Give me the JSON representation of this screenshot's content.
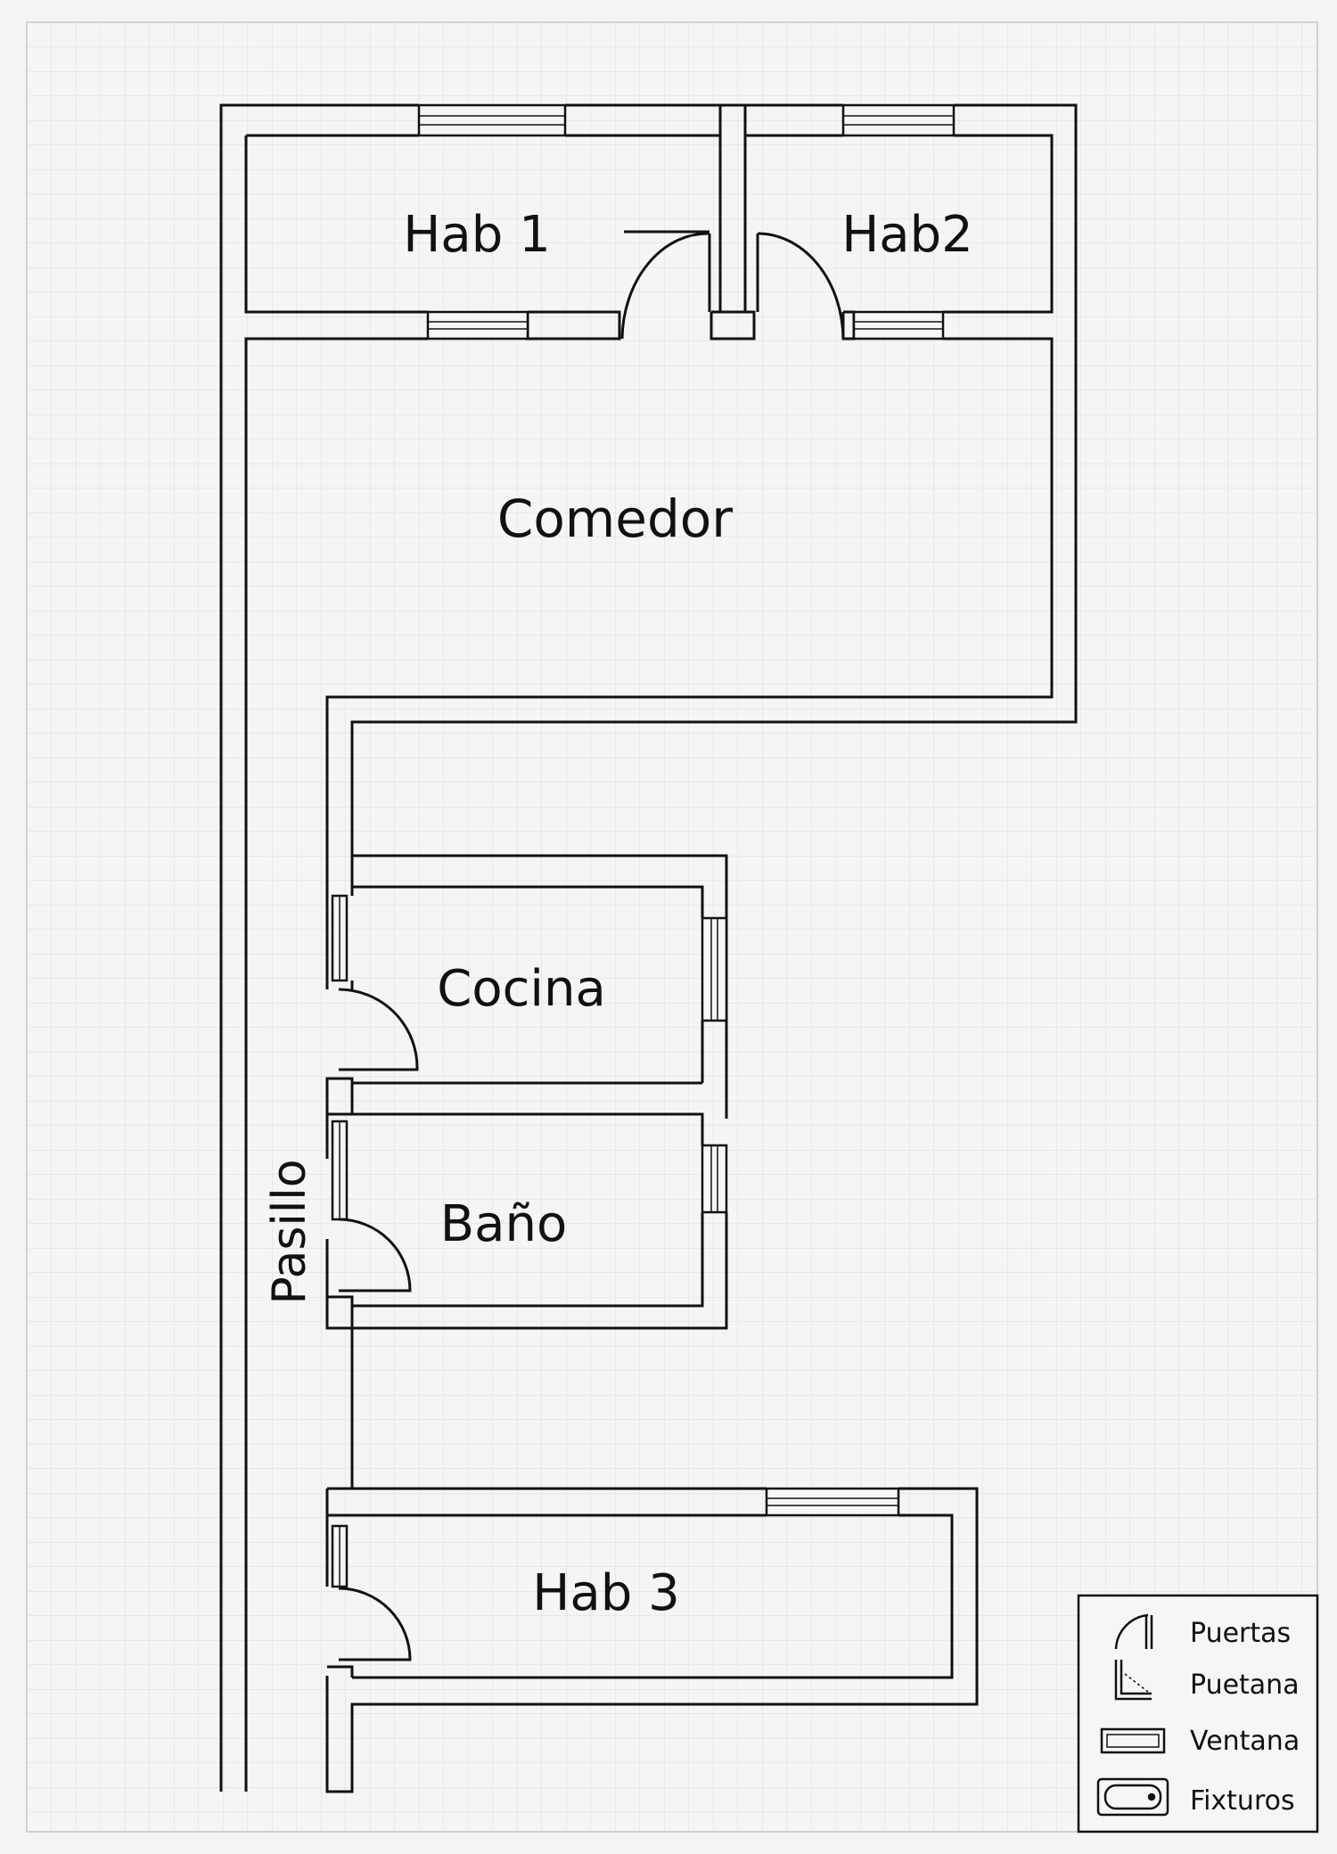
{
  "plan": {
    "rooms": {
      "hab1": "Hab 1",
      "hab2": "Hab2",
      "comedor": "Comedor",
      "cocina": "Cocina",
      "bano": "Baño",
      "pasillo": "Pasillo",
      "hab3": "Hab 3"
    }
  },
  "legend": {
    "items": [
      {
        "label": "Puertas",
        "icon": "door-icon"
      },
      {
        "label": "Puetana",
        "icon": "door-window-icon"
      },
      {
        "label": "Ventana",
        "icon": "window-icon"
      },
      {
        "label": "Fixturos",
        "icon": "bathtub-icon"
      }
    ]
  },
  "colors": {
    "line": "#111111",
    "grid_minor": "#d9d9d9",
    "grid_major": "#c8c8c8",
    "paper": "#f4f4f3"
  }
}
